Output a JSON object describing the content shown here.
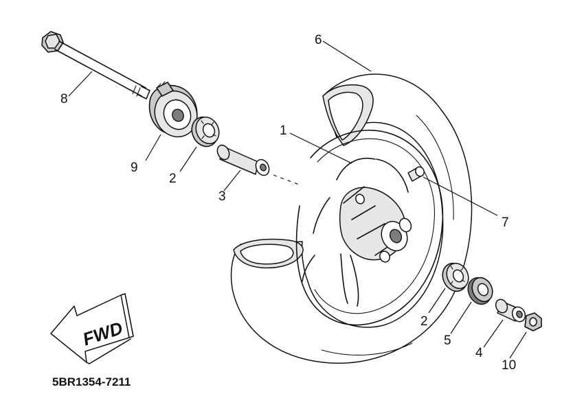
{
  "diagram": {
    "part_code": "5BR1354-7211",
    "direction_label": "FWD",
    "callouts": [
      "1",
      "2",
      "3",
      "2",
      "5",
      "4",
      "6",
      "7",
      "8",
      "9",
      "10"
    ]
  },
  "parts": {
    "axle": "axle-bolt",
    "gear_unit": "meter-gear-unit",
    "bearing": "bearing",
    "spacer": "spacer",
    "rim": "wheel-rim",
    "tire": "tire",
    "valve": "valve",
    "oil_seal": "oil-seal",
    "collar": "collar",
    "nut": "nut"
  }
}
